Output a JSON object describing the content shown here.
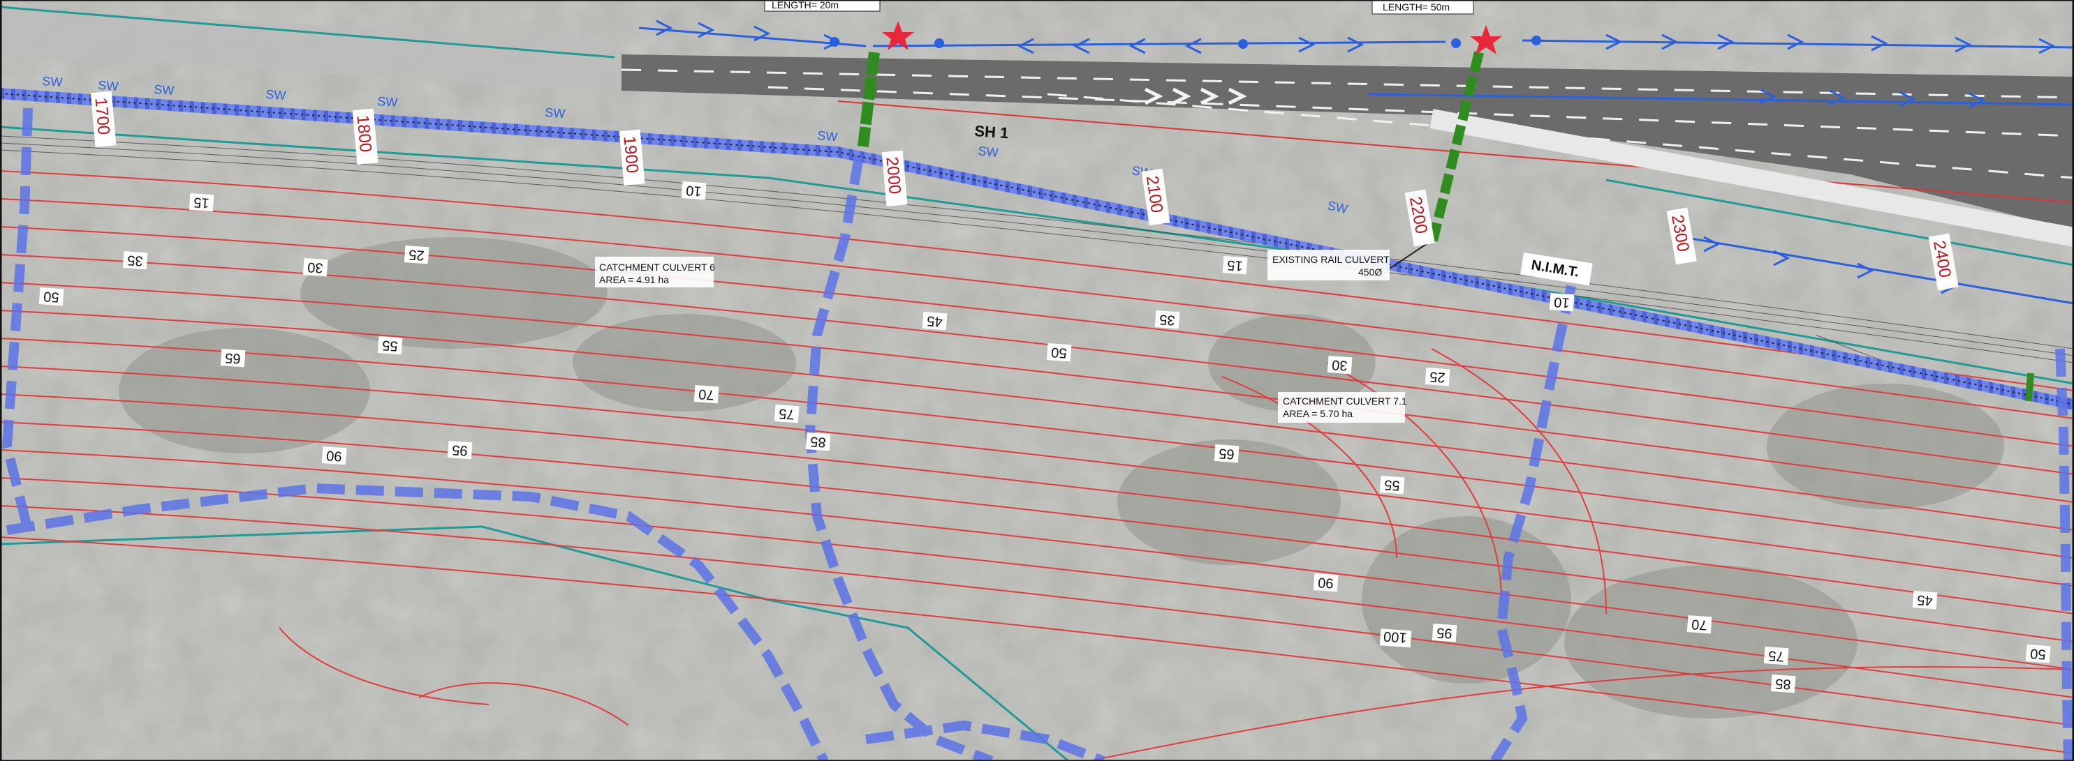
{
  "road": {
    "name": "SH 1"
  },
  "rail": {
    "name": "N.I.M.T.",
    "stormwater_code": "SW"
  },
  "callouts": [
    {
      "id": "top-left",
      "text": "LENGTH= 20m"
    },
    {
      "id": "top-right",
      "text": "LENGTH= 50m"
    }
  ],
  "culvert_labels": {
    "catchment6_line1": "CATCHMENT CULVERT 6",
    "catchment6_line2": "AREA = 4.91 ha",
    "rail_line1": "EXISTING RAIL CULVERT",
    "rail_line2": "450Ø",
    "catchment71_line1": "CATCHMENT CULVERT 7.1",
    "catchment71_line2": "AREA = 5.70 ha"
  },
  "chainages": [
    "1700",
    "1800",
    "1900",
    "2000",
    "2100",
    "2200",
    "2300",
    "2400"
  ],
  "contour_labels": [
    "10",
    "15",
    "35",
    "30",
    "25",
    "50",
    "55",
    "65",
    "70",
    "90",
    "95",
    "75",
    "85",
    "45",
    "50",
    "35",
    "15",
    "30",
    "25",
    "65",
    "55",
    "90",
    "95",
    "100",
    "70",
    "75",
    "85",
    "45",
    "50",
    "10"
  ],
  "colors": {
    "aerial": "#c9c9c6",
    "carriageway": "#6b6b6b",
    "contour": "#e23b3b",
    "catchment_boundary": "#5b73e6",
    "flow_arrow": "#2a5fe0",
    "teal_line": "#1f9a96",
    "culvert": "#2f8d1f",
    "star": "#e8283a",
    "chainage_text": "#c0141a"
  }
}
